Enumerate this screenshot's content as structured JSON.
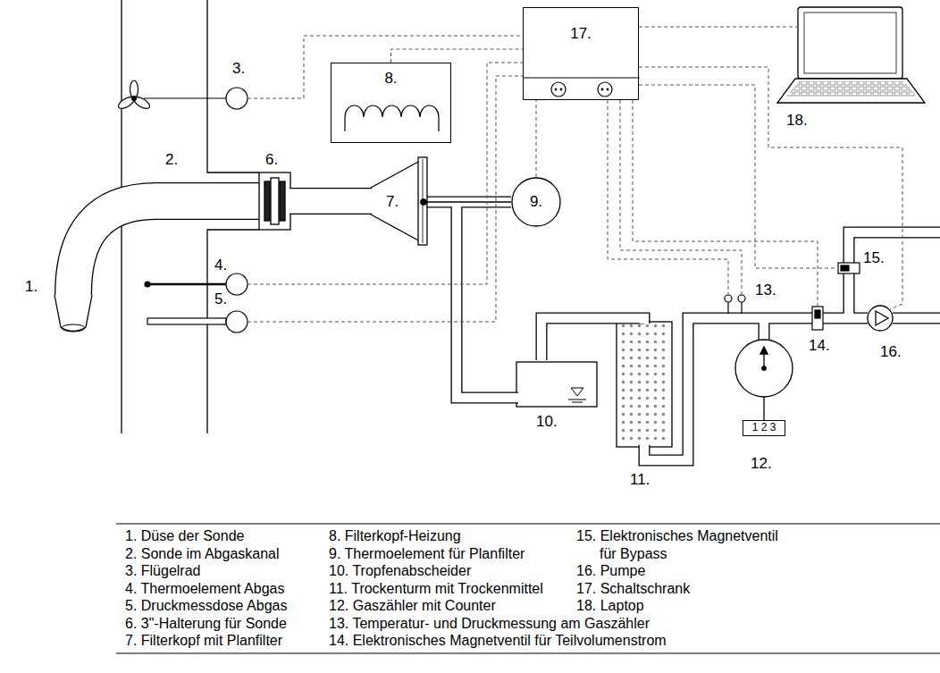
{
  "diagram": {
    "nodes": [
      {
        "text": [
          "17."
        ]
      },
      {
        "text": [
          "8."
        ]
      },
      {
        "text": [
          "9."
        ]
      },
      {
        "text": [
          "1 2 3"
        ]
      }
    ],
    "edges": [
      {
        "from": 1,
        "to": 0,
        "arrow": "none"
      },
      {
        "from": 2,
        "to": 0,
        "arrow": "none"
      }
    ],
    "labels": [
      "1.",
      "2.",
      "3.",
      "4.",
      "5.",
      "6.",
      "7.",
      "10.",
      "11.",
      "12.",
      "13.",
      "14.",
      "15.",
      "16.",
      "18.",
      "1. Düse der Sonde",
      "8. Filterkopf-Heizung",
      "15. Elektronisches Magnetventil für Bypass",
      "2. Sonde im Abgaskanal",
      "9. Thermoelement für Planfilter",
      "3. Flügelrad",
      "10. Tropfenabscheider",
      "16. Pumpe",
      "4. Thermoelement Abgas",
      "11. Trockenturm mit Trockenmittel",
      "17. Schaltschrank",
      "5. Druckmessdose Abgas",
      "12. Gaszähler mit Counter",
      "18. Laptop",
      "6. 3\"-Halterung für Sonde",
      "13. Temperatur- und Druckmessung am Gaszähler",
      "7. Filterkopf mit Planfilter",
      "14. Elektronisches Magnetventil für Teilvolumenstrom"
    ]
  }
}
